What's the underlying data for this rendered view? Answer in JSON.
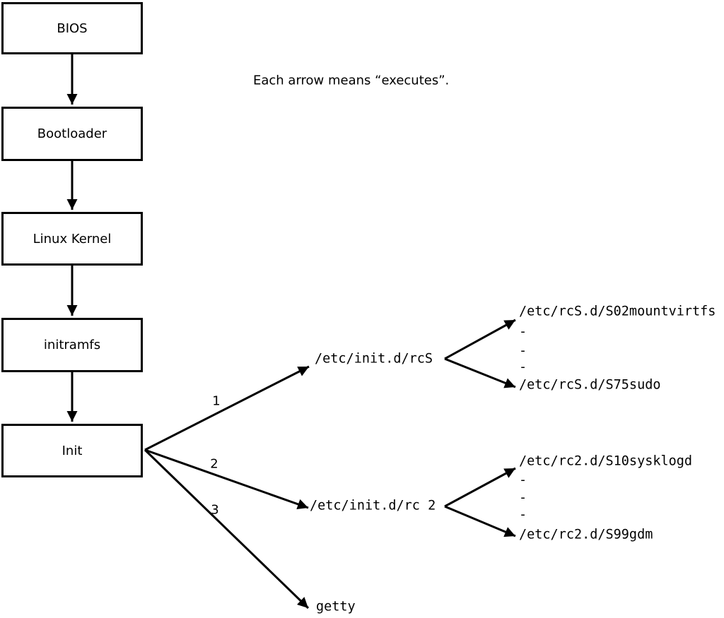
{
  "caption": "Each arrow means “executes”.",
  "boxes": [
    {
      "label": "BIOS"
    },
    {
      "label": "Bootloader"
    },
    {
      "label": "Linux Kernel"
    },
    {
      "label": "initramfs"
    },
    {
      "label": "Init"
    }
  ],
  "edge_labels": {
    "rcS": "1",
    "rc2": "2",
    "getty": "3"
  },
  "level1": {
    "rcS": "/etc/init.d/rcS",
    "rc2": "/etc/init.d/rc 2",
    "getty": "getty"
  },
  "rcS_scripts": {
    "first": "/etc/rcS.d/S02mountvirtfs",
    "ellipsis1": "-",
    "ellipsis2": "-",
    "ellipsis3": "-",
    "last": "/etc/rcS.d/S75sudo"
  },
  "rc2_scripts": {
    "first": "/etc/rc2.d/S10sysklogd",
    "ellipsis1": "-",
    "ellipsis2": "-",
    "ellipsis3": "-",
    "last": "/etc/rc2.d/S99gdm"
  },
  "colors": {
    "ink": "#000000",
    "background": "#ffffff"
  }
}
